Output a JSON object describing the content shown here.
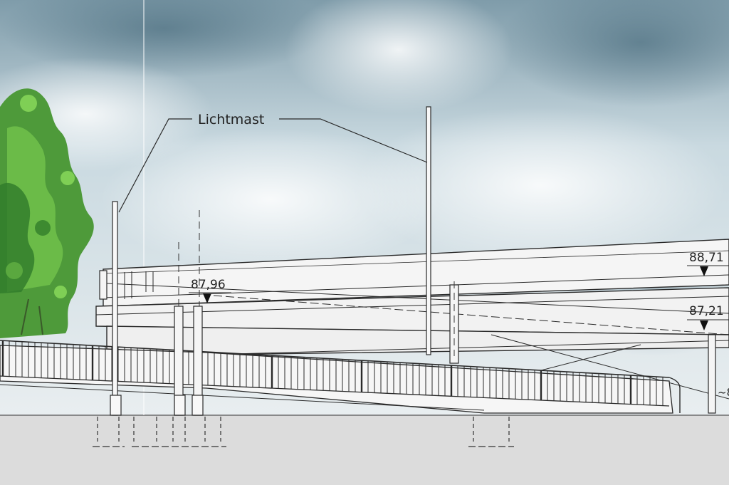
{
  "labels": {
    "lichtmast": "Lichtmast",
    "elev_1": "87,96",
    "elev_2": "88,71",
    "elev_3": "87,21",
    "elev_4": "~8"
  },
  "colors": {
    "sky_light": "#eef3f5",
    "sky_mid": "#b8cdd6",
    "sky_dark": "#6f8fa0",
    "ground": "#dcdcdc",
    "deck": "#f4f4f4",
    "line": "#2a2a2a",
    "tree": "#4e9a3a"
  },
  "icons": [
    "tree-illustration",
    "elevation-marker-icon"
  ]
}
